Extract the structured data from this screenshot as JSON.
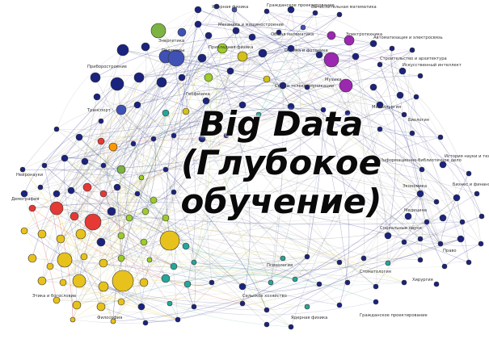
{
  "headline": {
    "line1": "Big Data",
    "line2": "(Глубокое",
    "line3": "обучение)"
  },
  "graph": {
    "node_colors": [
      "#1a237e",
      "#3f51b5",
      "#7cb342",
      "#9ccc28",
      "#d4c017",
      "#e8c21c",
      "#c2185b",
      "#9c27b0",
      "#e53935",
      "#26a69a",
      "#ff9800",
      "#ffffff"
    ],
    "edge_color": "#9e9e9e",
    "labels": [
      "Ядерная физика",
      "Гражданское проектирование",
      "Вычислительная математика",
      "Энергетика",
      "Механика и машиностроение",
      "Общая математика",
      "Электротехника",
      "Автоматизация и электросвязь",
      "Приборостроение",
      "Полимеры",
      "Прикладная физика",
      "Оптика и фотоника",
      "Строительство и архитектура",
      "Искусственный интеллект",
      "Транспорт",
      "Геофизика",
      "Сети и телекоммуникации",
      "Музыка",
      "Металлургия",
      "Биология",
      "Нейронауки",
      "Информационно-библиотечное дело",
      "История науки и техники",
      "Демография",
      "Экономика",
      "Бизнес и финансы",
      "Медицина",
      "Социальные науки",
      "Право",
      "Психология",
      "Стоматология",
      "Хирургия",
      "Этика и богословие",
      "Философия",
      "Сельское хозяйство"
    ]
  }
}
